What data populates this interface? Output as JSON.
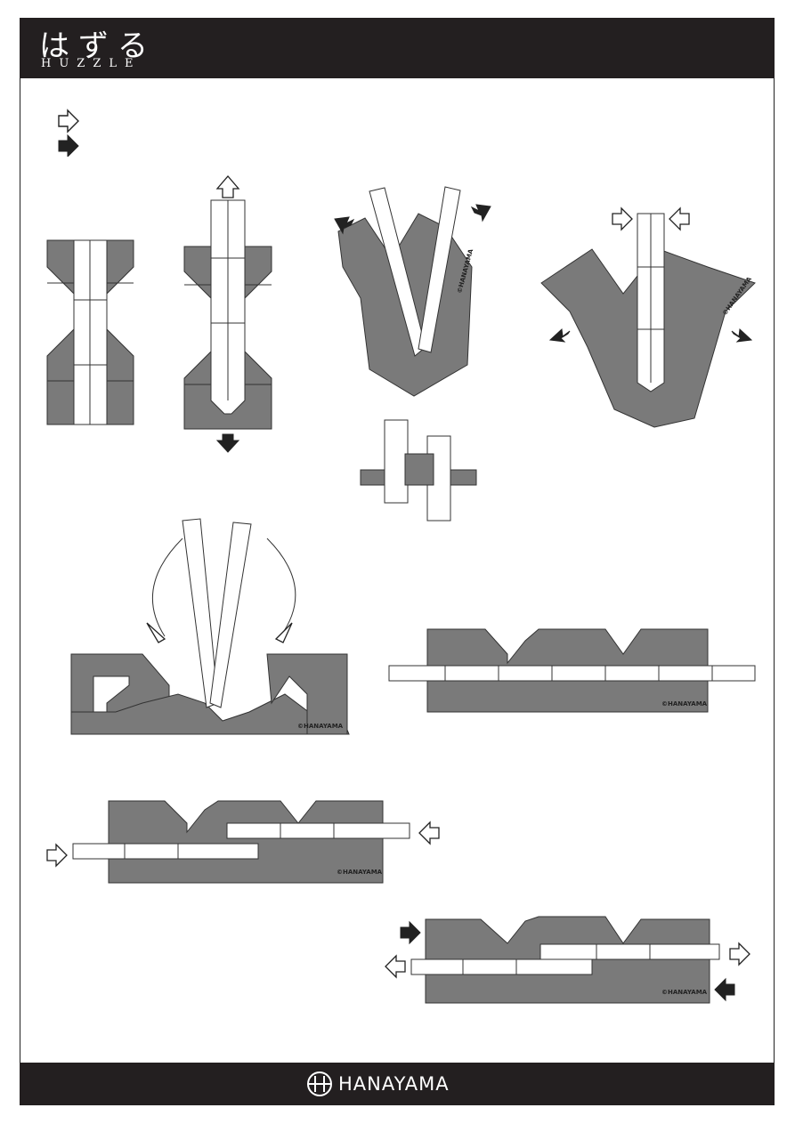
{
  "header": {
    "title_jp": "はずる",
    "title_en": "HUZZLE"
  },
  "footer": {
    "brand": "HANAYAMA"
  },
  "copyright_mark": "©HANAYAMA",
  "legend": [
    {
      "icon": "outline-arrow-icon"
    },
    {
      "icon": "filled-arrow-icon"
    }
  ]
}
